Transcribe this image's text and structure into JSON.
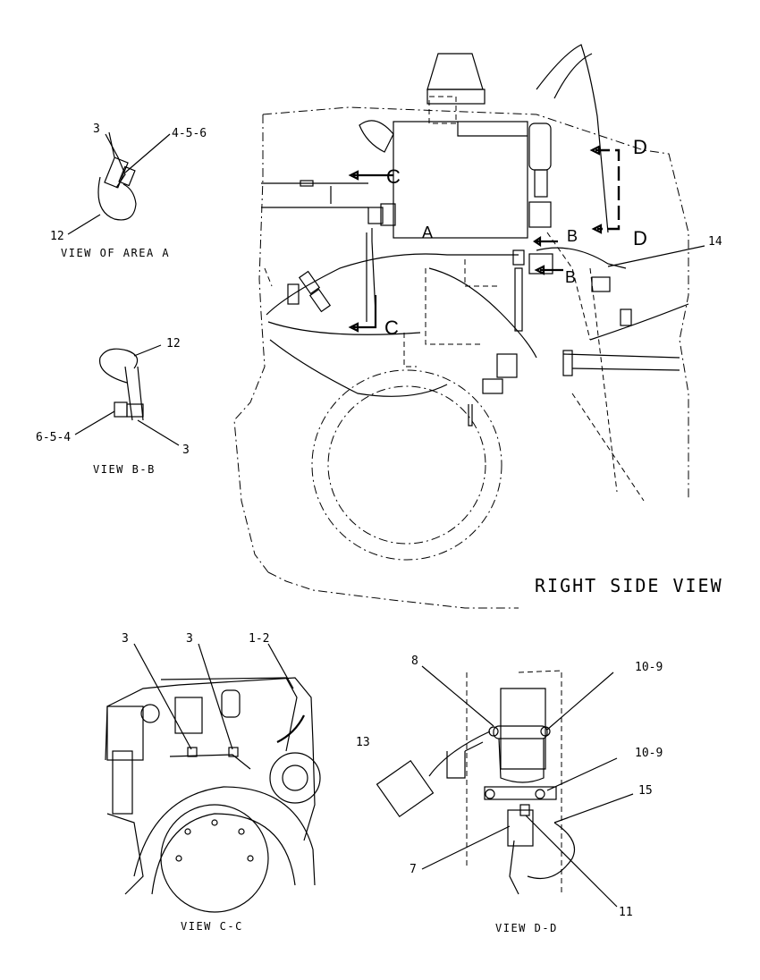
{
  "views": {
    "area_a": {
      "title": "VIEW OF AREA A",
      "callouts": [
        "3",
        "4-5-6",
        "12"
      ]
    },
    "b_b": {
      "title": "VIEW B-B",
      "callouts": [
        "12",
        "6-5-4",
        "3"
      ]
    },
    "right_side": {
      "title": "RIGHT SIDE VIEW",
      "callouts": [
        "14"
      ],
      "section_markers": [
        "C",
        "C",
        "D",
        "D",
        "A",
        "B",
        "B"
      ]
    },
    "c_c": {
      "title": "VIEW C-C",
      "callouts": [
        "3",
        "3",
        "1-2"
      ]
    },
    "d_d": {
      "title": "VIEW D-D",
      "callouts": [
        "8",
        "10-9",
        "10-9",
        "13",
        "15",
        "7",
        "11"
      ]
    }
  }
}
